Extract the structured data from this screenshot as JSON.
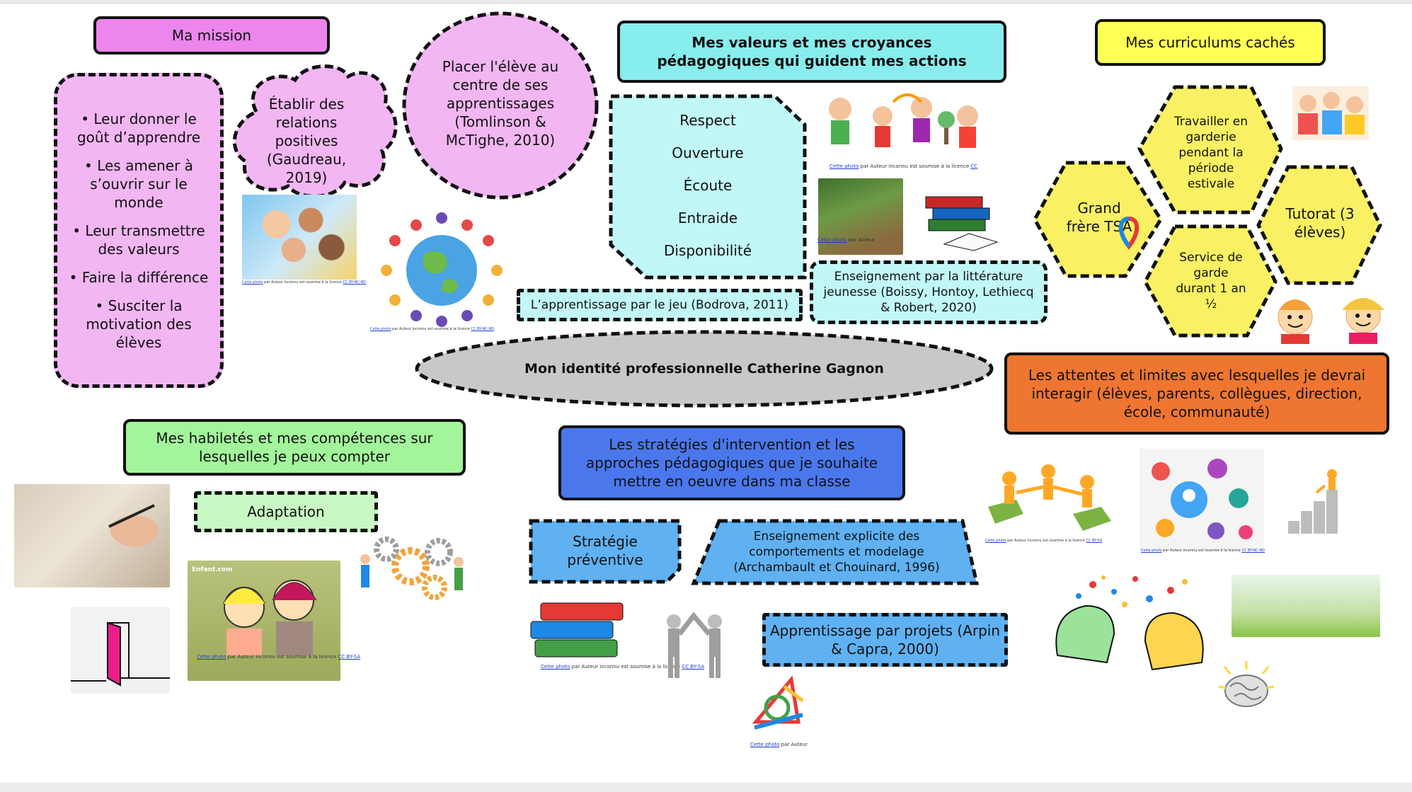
{
  "title": "Mon identité professionnelle Catherine Gagnon",
  "mission": {
    "heading": "Ma mission",
    "items": [
      "• Leur donner le goût d’apprendre",
      "• Les amener à s’ouvrir sur le monde",
      "• Leur transmettre des valeurs",
      "• Faire la différence",
      "• Susciter la motivation des élèves"
    ],
    "cloud": "Établir des relations positives (Gaudreau, 2019)",
    "circle": "Placer l'élève au centre de ses apprentissages (Tomlinson & McTighe, 2010)"
  },
  "values": {
    "heading": "Mes valeurs et mes croyances pédagogiques qui guident mes actions",
    "items": [
      "Respect",
      "Ouverture",
      "Écoute",
      "Entraide",
      "Disponibilité"
    ],
    "play": "L’apprentissage par le jeu (Bodrova, 2011)",
    "literature": "Enseignement par la littérature jeunesse (Boissy, Hontoy, Lethiecq & Robert, 2020)"
  },
  "curriculum": {
    "heading": "Mes curriculums cachés",
    "hexes": [
      "Travailler en garderie pendant la période estivale",
      "Grand frère TSA",
      "Tutorat (3 élèves)",
      "Service de garde durant 1 an ½"
    ]
  },
  "expectations": {
    "heading": "Les attentes et limites avec lesquelles je devrai interagir (élèves, parents, collègues, direction, école, communauté)"
  },
  "skills": {
    "heading": "Mes habiletés et mes compétences sur lesquelles je peux compter",
    "adaptation": "Adaptation"
  },
  "strategies": {
    "heading": "Les stratégies d'intervention et les approches pédagogiques que je souhaite mettre en oeuvre dans ma classe",
    "preventive": "Stratégie préventive",
    "explicit": "Enseignement explicite des comportements et modelage (Archambault et Chouinard, 1996)",
    "projects": "Apprentissage par projets (Arpin & Capra, 2000)"
  },
  "credits": {
    "link": "Cette photo",
    "rest": " par Auteur inconnu est soumise à la licence ",
    "license": "CC",
    "license_bysa": "CC BY-SA",
    "license_bync": "CC BY-NC-ND",
    "partial": " par Auteur",
    "brand": "Enfant.com"
  },
  "colors": {
    "pink": "#f2b6f2",
    "cyan": "#88eded",
    "yellow": "#ffff55",
    "green": "#a3f59b",
    "blue": "#4a78ec",
    "orange": "#ee7630",
    "grey": "#c8c8c8"
  }
}
